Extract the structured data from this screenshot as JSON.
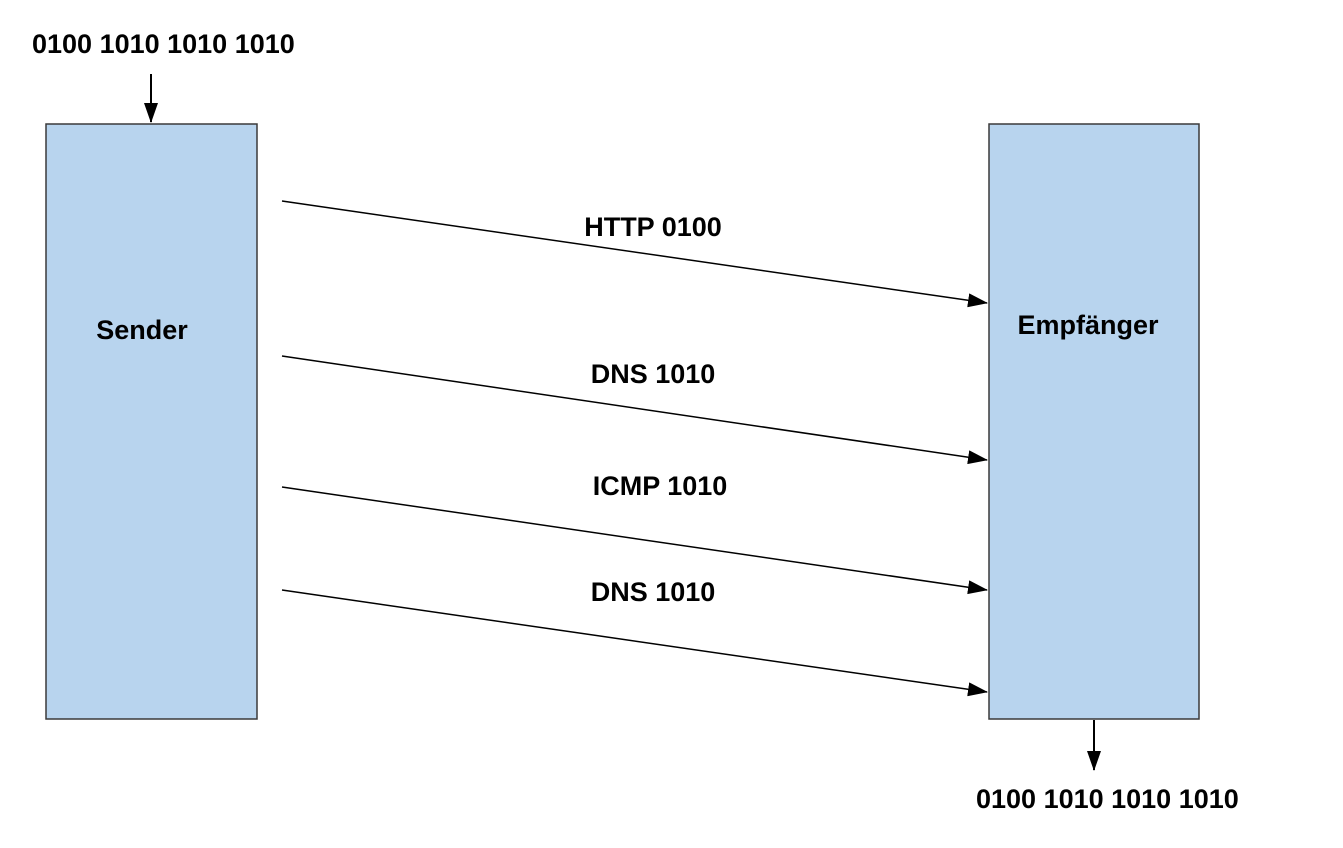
{
  "diagram": {
    "input_bits": "0100 1010 1010 1010",
    "output_bits": "0100 1010 1010 1010",
    "sender": {
      "label": "Sender"
    },
    "receiver": {
      "label": "Empfänger"
    },
    "messages": [
      {
        "label": "HTTP 0100"
      },
      {
        "label": "DNS 1010"
      },
      {
        "label": "ICMP 1010"
      },
      {
        "label": "DNS 1010"
      }
    ],
    "colors": {
      "box_fill": "#b8d4ee",
      "box_stroke": "#3a3a3a",
      "line": "#000000",
      "text": "#000000"
    }
  }
}
